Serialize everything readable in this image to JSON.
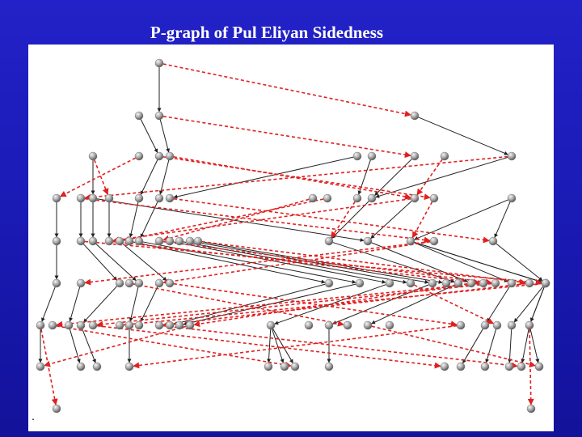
{
  "title": "P-graph of Pul Eliyan Sidedness",
  "colors": {
    "background": "#1a1ab4",
    "panel": "#ffffff",
    "node": "#9a9a9a",
    "solid_edge": "#222222",
    "dashed_edge": "#e02020"
  },
  "graph": {
    "nodes": [
      {
        "id": "a1"
      },
      {
        "id": "b1"
      },
      {
        "id": "b2"
      },
      {
        "id": "b3"
      },
      {
        "id": "c1"
      },
      {
        "id": "c2"
      },
      {
        "id": "c3"
      },
      {
        "id": "c4"
      },
      {
        "id": "c5"
      },
      {
        "id": "c6"
      },
      {
        "id": "c7"
      },
      {
        "id": "c8"
      },
      {
        "id": "c9"
      },
      {
        "id": "d1"
      },
      {
        "id": "d2"
      },
      {
        "id": "d3"
      },
      {
        "id": "d4"
      },
      {
        "id": "d5"
      },
      {
        "id": "d6"
      },
      {
        "id": "d7"
      },
      {
        "id": "d8"
      },
      {
        "id": "d9"
      },
      {
        "id": "d10"
      },
      {
        "id": "d11"
      },
      {
        "id": "d12"
      },
      {
        "id": "d13"
      },
      {
        "id": "d14"
      },
      {
        "id": "e1"
      },
      {
        "id": "e2"
      },
      {
        "id": "e3"
      },
      {
        "id": "e4"
      },
      {
        "id": "e5"
      },
      {
        "id": "e6"
      },
      {
        "id": "e7"
      },
      {
        "id": "e8"
      },
      {
        "id": "e9"
      },
      {
        "id": "e10"
      },
      {
        "id": "e11"
      },
      {
        "id": "e12"
      },
      {
        "id": "e13"
      },
      {
        "id": "e14"
      },
      {
        "id": "e15"
      },
      {
        "id": "e16"
      },
      {
        "id": "e17"
      },
      {
        "id": "f1"
      },
      {
        "id": "f2"
      },
      {
        "id": "f3"
      },
      {
        "id": "f4"
      },
      {
        "id": "f5"
      },
      {
        "id": "f6"
      },
      {
        "id": "f7"
      },
      {
        "id": "f8"
      },
      {
        "id": "f9"
      },
      {
        "id": "f10"
      },
      {
        "id": "f11"
      },
      {
        "id": "f12"
      },
      {
        "id": "f13"
      },
      {
        "id": "f14"
      },
      {
        "id": "f15"
      },
      {
        "id": "f16"
      },
      {
        "id": "f17"
      },
      {
        "id": "f18"
      },
      {
        "id": "f19"
      },
      {
        "id": "f20"
      },
      {
        "id": "f21"
      },
      {
        "id": "f22"
      },
      {
        "id": "f23"
      },
      {
        "id": "g1"
      },
      {
        "id": "g2"
      },
      {
        "id": "g3"
      },
      {
        "id": "g4"
      },
      {
        "id": "g5"
      },
      {
        "id": "g6"
      },
      {
        "id": "g7"
      },
      {
        "id": "g8"
      },
      {
        "id": "g9"
      },
      {
        "id": "g10"
      },
      {
        "id": "g11"
      },
      {
        "id": "g12"
      },
      {
        "id": "g13"
      },
      {
        "id": "g14"
      },
      {
        "id": "g15"
      },
      {
        "id": "g16"
      },
      {
        "id": "g17"
      },
      {
        "id": "g18"
      },
      {
        "id": "g19"
      },
      {
        "id": "g20"
      },
      {
        "id": "g21"
      },
      {
        "id": "g22"
      },
      {
        "id": "g23"
      },
      {
        "id": "g24"
      },
      {
        "id": "h1"
      },
      {
        "id": "h2"
      },
      {
        "id": "h3"
      },
      {
        "id": "h4"
      },
      {
        "id": "h5"
      },
      {
        "id": "h6"
      },
      {
        "id": "h7"
      },
      {
        "id": "h8"
      },
      {
        "id": "h9"
      },
      {
        "id": "h10"
      },
      {
        "id": "h11"
      },
      {
        "id": "h12"
      },
      {
        "id": "h13"
      },
      {
        "id": "h14"
      },
      {
        "id": "h15"
      },
      {
        "id": "i1"
      },
      {
        "id": "i2"
      }
    ],
    "edges": [
      {
        "from": "a1",
        "to": "b2",
        "style": "solid"
      },
      {
        "from": "a1",
        "to": "b3",
        "style": "dashed"
      },
      {
        "from": "b2",
        "to": "c4",
        "style": "solid"
      },
      {
        "from": "b1",
        "to": "c3",
        "style": "solid"
      },
      {
        "from": "b3",
        "to": "c9",
        "style": "solid"
      },
      {
        "from": "b2",
        "to": "c7",
        "style": "dashed"
      },
      {
        "from": "c1",
        "to": "d3",
        "style": "solid"
      },
      {
        "from": "c1",
        "to": "d4",
        "style": "dashed"
      },
      {
        "from": "c3",
        "to": "d5",
        "style": "solid"
      },
      {
        "from": "c4",
        "to": "d6",
        "style": "solid"
      },
      {
        "from": "c5",
        "to": "d7",
        "style": "solid"
      },
      {
        "from": "c6",
        "to": "d10",
        "style": "solid"
      },
      {
        "from": "c7",
        "to": "d11",
        "style": "solid"
      },
      {
        "from": "c9",
        "to": "d11",
        "style": "solid"
      },
      {
        "from": "c10",
        "to": "d14",
        "style": "solid"
      },
      {
        "from": "c2",
        "to": "d1",
        "style": "dashed"
      },
      {
        "from": "c8",
        "to": "d12",
        "style": "dashed"
      },
      {
        "from": "c4",
        "to": "d12",
        "style": "dashed"
      },
      {
        "from": "c3",
        "to": "d13",
        "style": "dashed"
      },
      {
        "from": "c9",
        "to": "d2",
        "style": "dashed"
      },
      {
        "from": "d1",
        "to": "e1",
        "style": "solid"
      },
      {
        "from": "d2",
        "to": "e2",
        "style": "solid"
      },
      {
        "from": "d3",
        "to": "e3",
        "style": "solid"
      },
      {
        "from": "d4",
        "to": "e4",
        "style": "solid"
      },
      {
        "from": "d5",
        "to": "e6",
        "style": "solid"
      },
      {
        "from": "d6",
        "to": "e7",
        "style": "solid"
      },
      {
        "from": "d3",
        "to": "e14",
        "style": "solid"
      },
      {
        "from": "d11",
        "to": "e13",
        "style": "solid"
      },
      {
        "from": "d12",
        "to": "e14",
        "style": "solid"
      },
      {
        "from": "d14",
        "to": "e15",
        "style": "solid"
      },
      {
        "from": "d14",
        "to": "e17",
        "style": "solid"
      },
      {
        "from": "d8",
        "to": "e8",
        "style": "dashed"
      },
      {
        "from": "d9",
        "to": "e5",
        "style": "dashed"
      },
      {
        "from": "d13",
        "to": "e15",
        "style": "dashed"
      },
      {
        "from": "d10",
        "to": "e13",
        "style": "dashed"
      },
      {
        "from": "d7",
        "to": "e17",
        "style": "dashed"
      },
      {
        "from": "d12",
        "to": "e4",
        "style": "dashed"
      },
      {
        "from": "d2",
        "to": "e16",
        "style": "dashed"
      },
      {
        "from": "e1",
        "to": "f1",
        "style": "solid"
      },
      {
        "from": "e2",
        "to": "f3",
        "style": "solid"
      },
      {
        "from": "e3",
        "to": "f5",
        "style": "solid"
      },
      {
        "from": "e5",
        "to": "f7",
        "style": "solid"
      },
      {
        "from": "e6",
        "to": "f8",
        "style": "solid"
      },
      {
        "from": "e7",
        "to": "f9",
        "style": "solid"
      },
      {
        "from": "e9",
        "to": "f10",
        "style": "solid"
      },
      {
        "from": "e10",
        "to": "f11",
        "style": "solid"
      },
      {
        "from": "e11",
        "to": "f12",
        "style": "solid"
      },
      {
        "from": "e12",
        "to": "f13",
        "style": "solid"
      },
      {
        "from": "e13",
        "to": "f14",
        "style": "solid"
      },
      {
        "from": "e14",
        "to": "f15",
        "style": "solid"
      },
      {
        "from": "e15",
        "to": "f18",
        "style": "solid"
      },
      {
        "from": "e15",
        "to": "f20",
        "style": "solid"
      },
      {
        "from": "e15",
        "to": "f21",
        "style": "solid"
      },
      {
        "from": "e17",
        "to": "f23",
        "style": "solid"
      },
      {
        "from": "e4",
        "to": "f16",
        "style": "dashed"
      },
      {
        "from": "e8",
        "to": "f17",
        "style": "dashed"
      },
      {
        "from": "e16",
        "to": "f2",
        "style": "dashed"
      },
      {
        "from": "e12",
        "to": "f19",
        "style": "dashed"
      },
      {
        "from": "e2",
        "to": "f22",
        "style": "dashed"
      },
      {
        "from": "e16",
        "to": "f6",
        "style": "dashed"
      },
      {
        "from": "f1",
        "to": "g1",
        "style": "solid"
      },
      {
        "from": "f2",
        "to": "g3",
        "style": "solid"
      },
      {
        "from": "f3",
        "to": "g4",
        "style": "solid"
      },
      {
        "from": "f5",
        "to": "g7",
        "style": "solid"
      },
      {
        "from": "f6",
        "to": "g8",
        "style": "solid"
      },
      {
        "from": "f8",
        "to": "g10",
        "style": "solid"
      },
      {
        "from": "f9",
        "to": "g11",
        "style": "solid"
      },
      {
        "from": "f10",
        "to": "g13",
        "style": "solid"
      },
      {
        "from": "f12",
        "to": "g15",
        "style": "solid"
      },
      {
        "from": "f14",
        "to": "g17",
        "style": "solid"
      },
      {
        "from": "f18",
        "to": "g20",
        "style": "solid"
      },
      {
        "from": "f20",
        "to": "g22",
        "style": "solid"
      },
      {
        "from": "f21",
        "to": "g23",
        "style": "solid"
      },
      {
        "from": "f23",
        "to": "g24",
        "style": "solid"
      },
      {
        "from": "f16",
        "to": "g2",
        "style": "dashed"
      },
      {
        "from": "f17",
        "to": "g5",
        "style": "dashed"
      },
      {
        "from": "f4",
        "to": "g16",
        "style": "dashed"
      },
      {
        "from": "f7",
        "to": "g19",
        "style": "dashed"
      },
      {
        "from": "f19",
        "to": "g9",
        "style": "dashed"
      },
      {
        "from": "f22",
        "to": "g6",
        "style": "dashed"
      },
      {
        "from": "f15",
        "to": "g12",
        "style": "dashed"
      },
      {
        "from": "f11",
        "to": "g21",
        "style": "dashed"
      },
      {
        "from": "g1",
        "to": "h1",
        "style": "solid"
      },
      {
        "from": "g3",
        "to": "h2",
        "style": "solid"
      },
      {
        "from": "g4",
        "to": "h3",
        "style": "solid"
      },
      {
        "from": "g7",
        "to": "h4",
        "style": "solid"
      },
      {
        "from": "g13",
        "to": "h5",
        "style": "solid"
      },
      {
        "from": "g13",
        "to": "h6",
        "style": "solid"
      },
      {
        "from": "g13",
        "to": "h7",
        "style": "solid"
      },
      {
        "from": "g15",
        "to": "h8",
        "style": "solid"
      },
      {
        "from": "g20",
        "to": "h10",
        "style": "solid"
      },
      {
        "from": "g21",
        "to": "h11",
        "style": "solid"
      },
      {
        "from": "g22",
        "to": "h12",
        "style": "solid"
      },
      {
        "from": "g23",
        "to": "h13",
        "style": "solid"
      },
      {
        "from": "g24",
        "to": "h14",
        "style": "solid"
      },
      {
        "from": "g5",
        "to": "h9",
        "style": "dashed"
      },
      {
        "from": "g17",
        "to": "h15",
        "style": "dashed"
      },
      {
        "from": "g2",
        "to": "h7",
        "style": "dashed"
      },
      {
        "from": "g12",
        "to": "h1",
        "style": "dashed"
      },
      {
        "from": "g19",
        "to": "h4",
        "style": "dashed"
      },
      {
        "from": "g9",
        "to": "h13",
        "style": "dashed"
      },
      {
        "from": "g1",
        "to": "i1",
        "style": "dashed"
      },
      {
        "from": "g24",
        "to": "i2",
        "style": "dashed"
      }
    ]
  }
}
